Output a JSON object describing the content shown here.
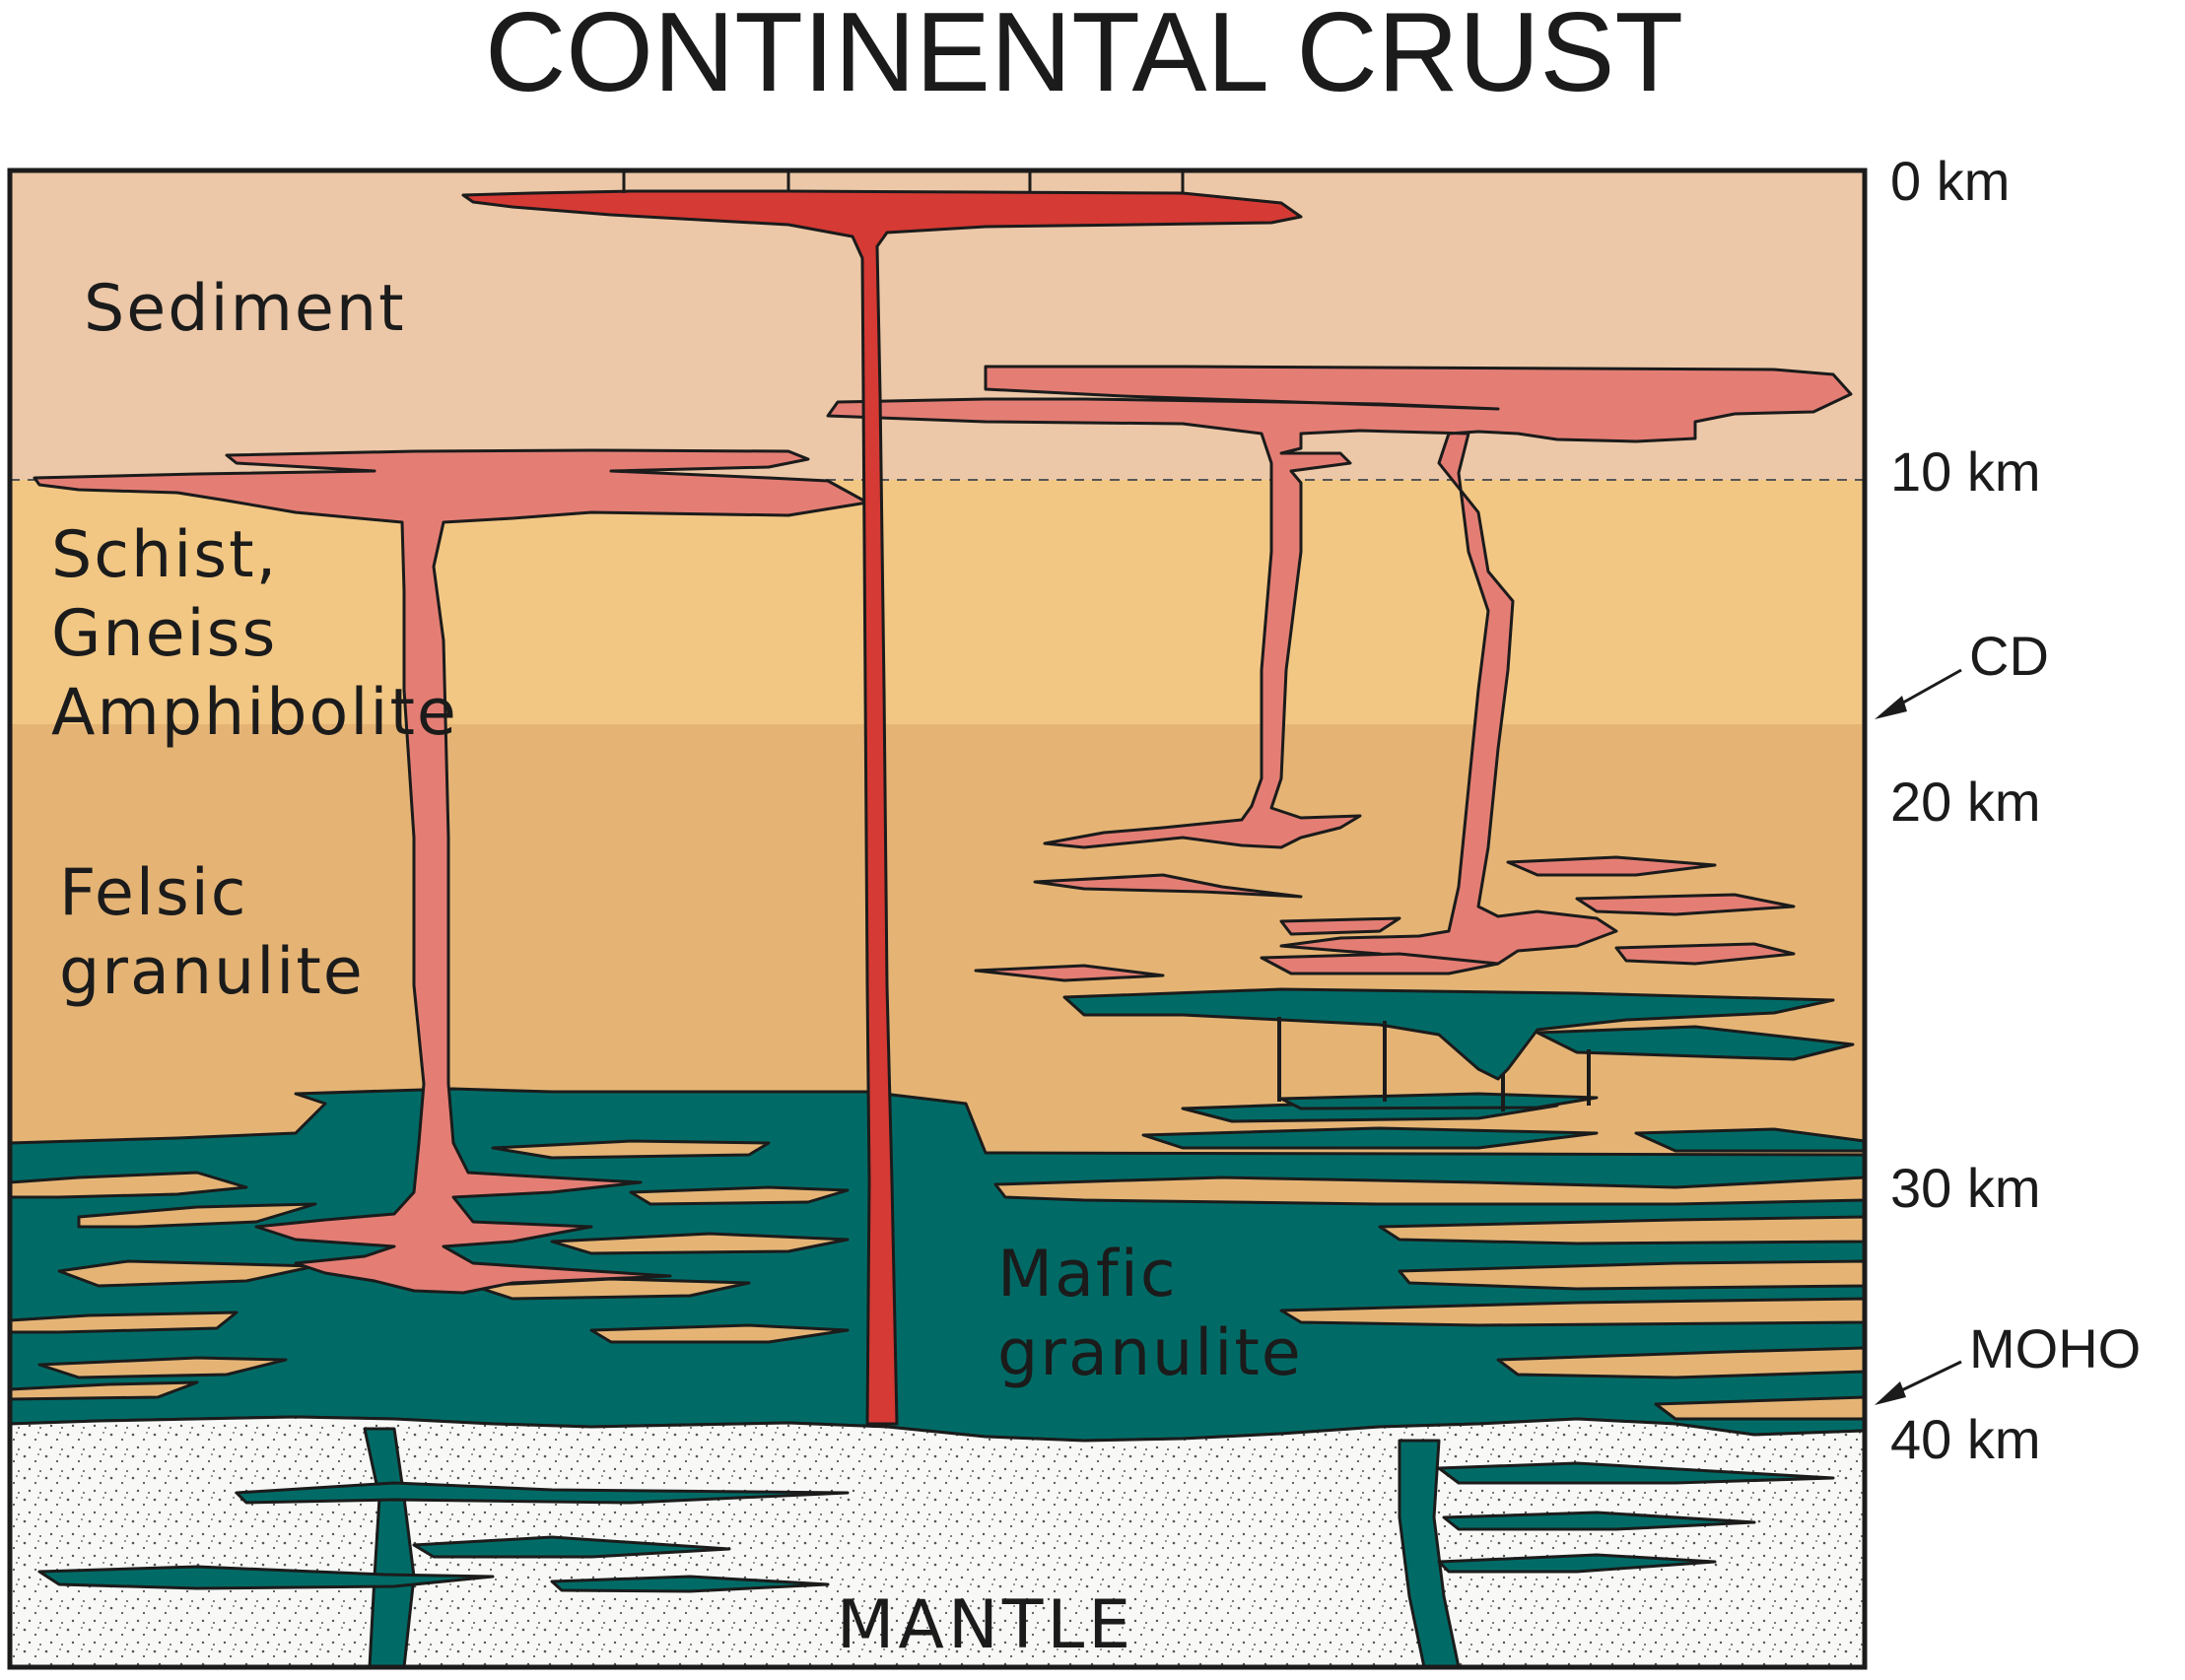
{
  "title": "CONTINENTAL CRUST",
  "layers": {
    "sediment": "Sediment",
    "schist_line1": "Schist,",
    "schist_line2": "Gneiss",
    "schist_line3": "Amphibolite",
    "felsic_line1": "Felsic",
    "felsic_line2": "granulite",
    "mafic_line1": "Mafic",
    "mafic_line2": "granulite",
    "mantle": "MANTLE"
  },
  "depth_labels": [
    "0 km",
    "10 km",
    "20 km",
    "30 km",
    "40 km"
  ],
  "boundary_labels": {
    "cd": "CD",
    "moho": "MOHO"
  },
  "colors": {
    "sediment": "#ecc8a8",
    "schist_gneiss_amphibolite": "#f2c784",
    "felsic_granulite": "#e5b475",
    "mafic_granulite": "#006b66",
    "felsic_intrusion": "#e47e74",
    "feeder_conduit": "#d63a34",
    "mantle": "#f8f8f6"
  }
}
